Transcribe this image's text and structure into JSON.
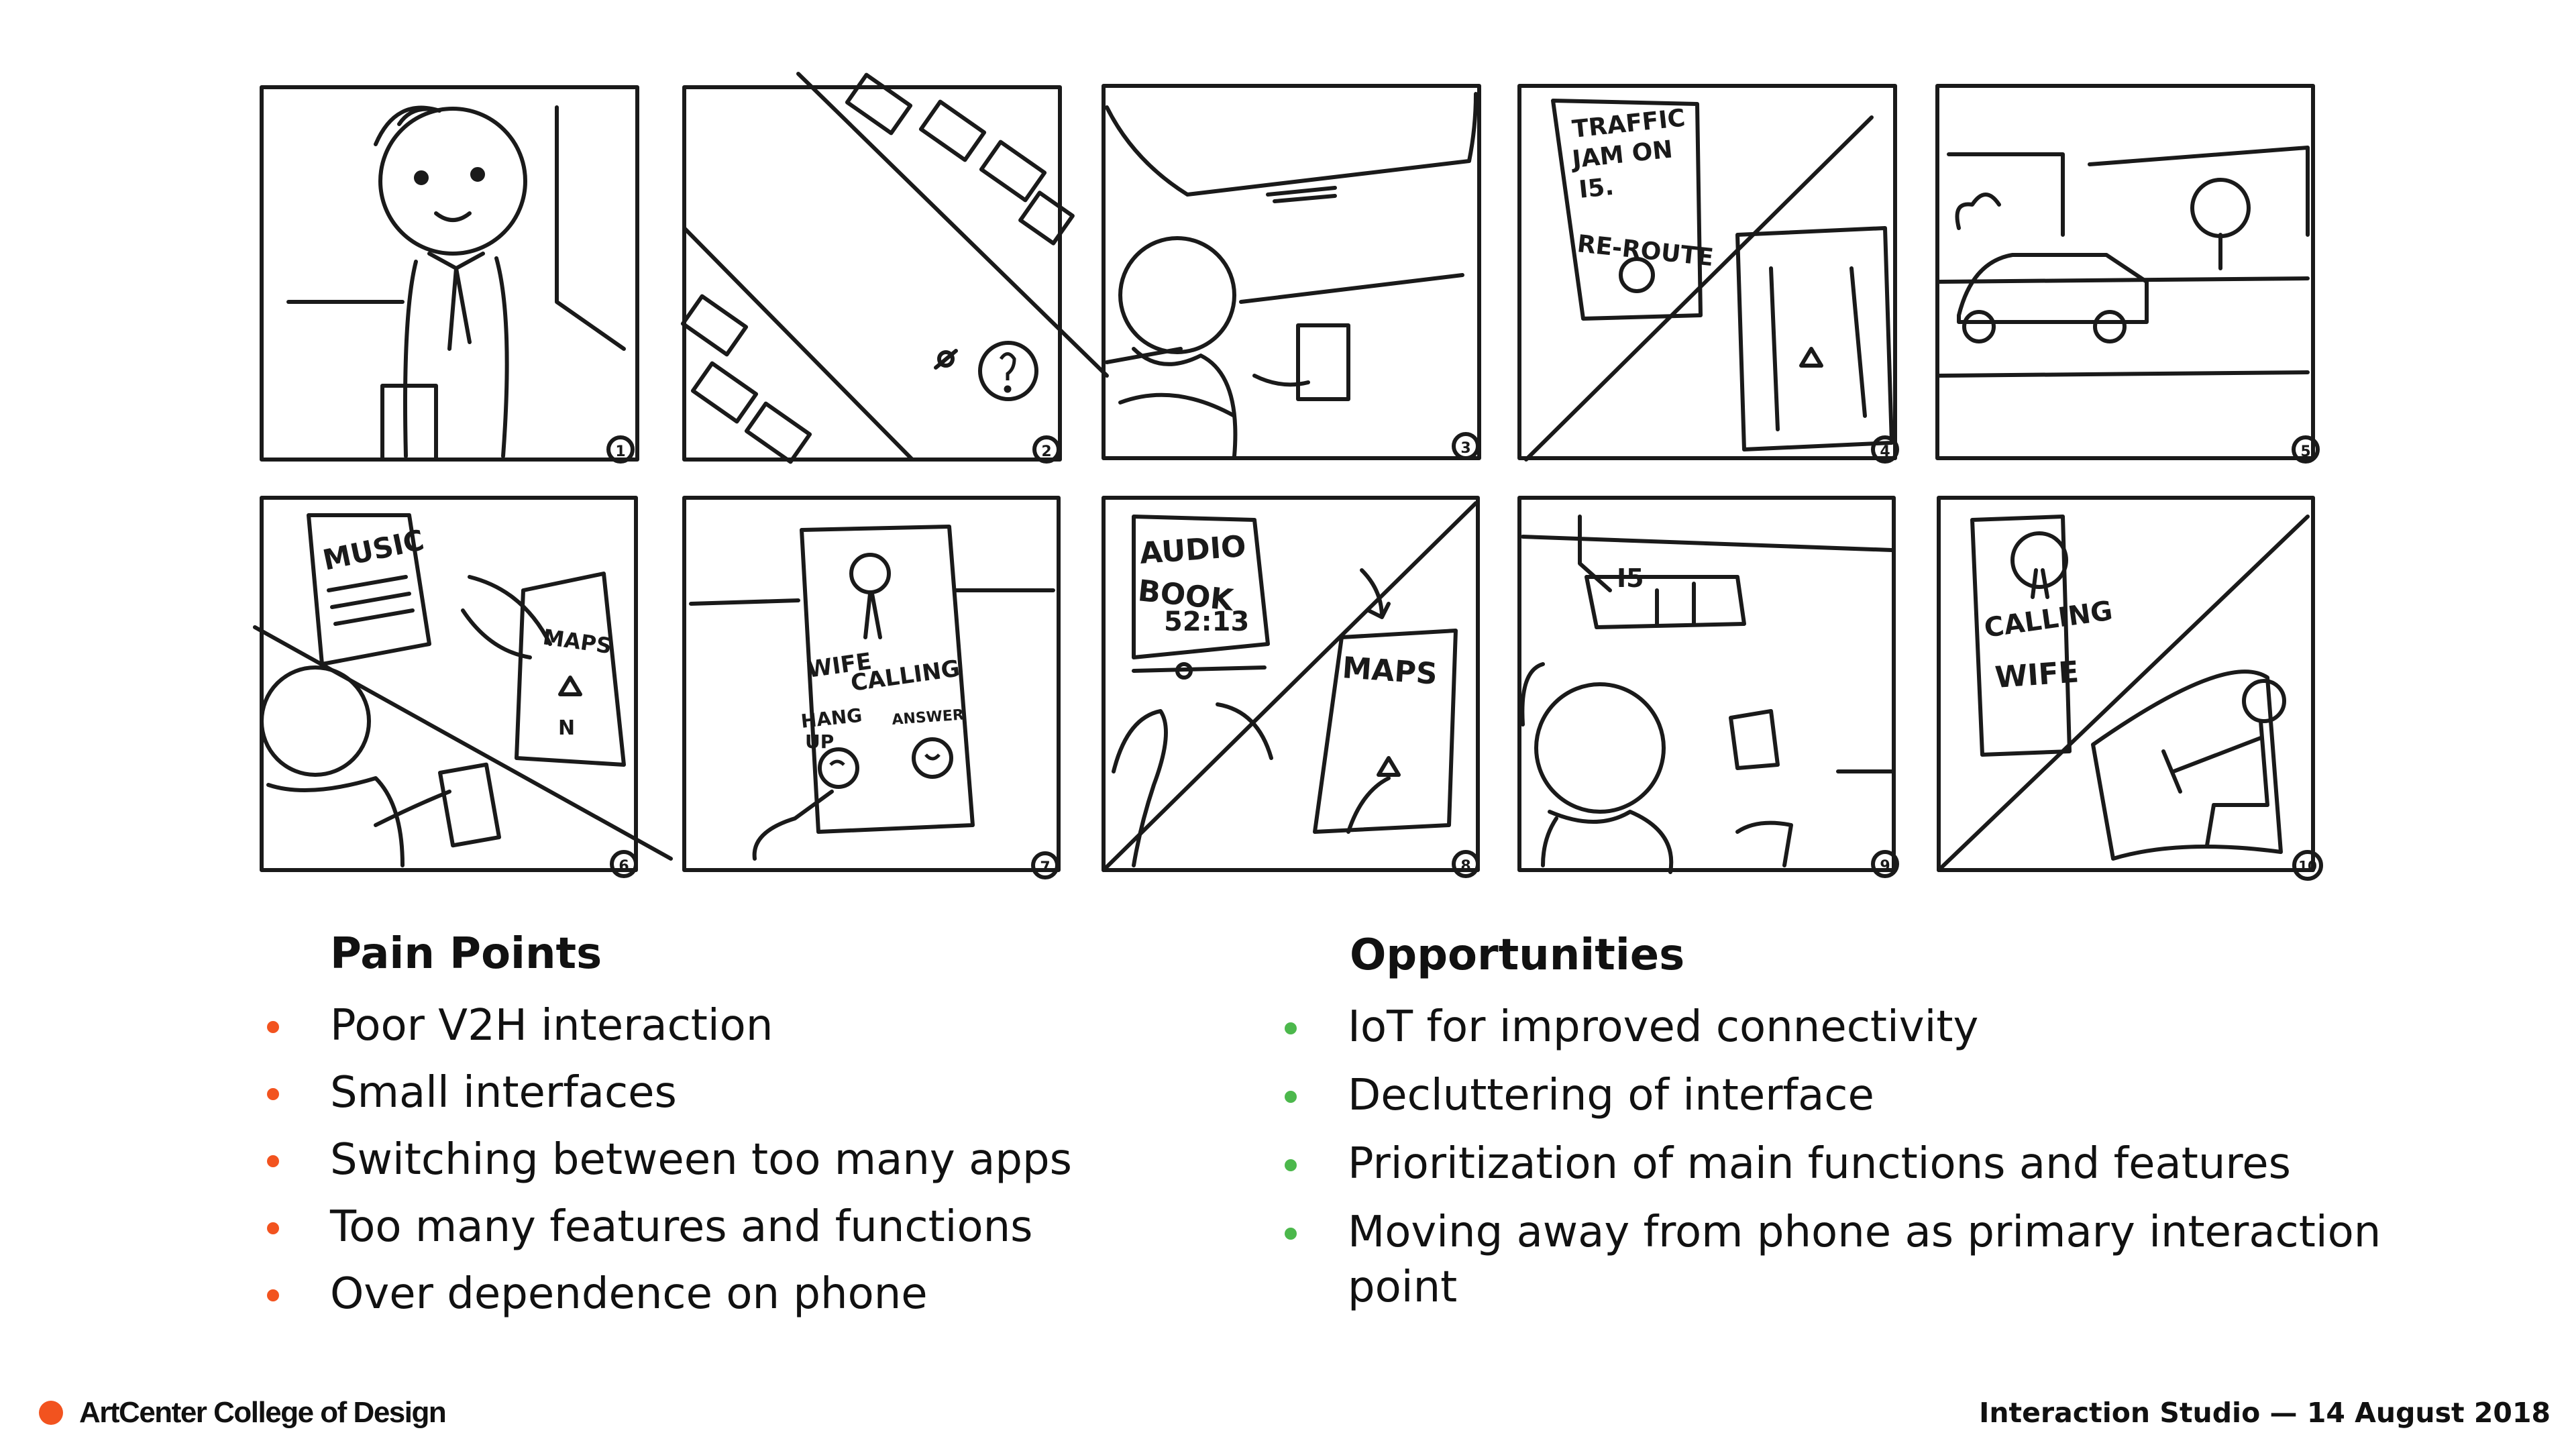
{
  "colors": {
    "pain_bullet": "#f2531f",
    "opportunity_bullet": "#4cb84c",
    "brand_dot": "#f2531f",
    "sketch_line": "#1a1a1a"
  },
  "storyboard": {
    "panels": [
      {
        "number": "1",
        "scene": "person-with-briefcase",
        "sketch_text": []
      },
      {
        "number": "2",
        "scene": "parking-lot-phone",
        "sketch_text": []
      },
      {
        "number": "3",
        "scene": "driver-looking-at-phone",
        "sketch_text": []
      },
      {
        "number": "4",
        "scene": "traffic-alert-map",
        "sketch_text": [
          "TRAFFIC",
          "JAM ON",
          "I5.",
          "RE-ROUTE"
        ]
      },
      {
        "number": "5",
        "scene": "car-on-road",
        "sketch_text": []
      },
      {
        "number": "6",
        "scene": "music-to-maps",
        "sketch_text": [
          "MUSIC",
          "MAPS",
          "N"
        ]
      },
      {
        "number": "7",
        "scene": "incoming-call-screen",
        "sketch_text": [
          "WIFE",
          "CALLING",
          "HANG",
          "UP",
          "ANSWER"
        ]
      },
      {
        "number": "8",
        "scene": "audiobook-to-maps",
        "sketch_text": [
          "AUDIO",
          "BOOK",
          "52:13",
          "MAPS"
        ]
      },
      {
        "number": "9",
        "scene": "driver-highway-signs",
        "sketch_text": [
          "I5"
        ]
      },
      {
        "number": "10",
        "scene": "calling-wife-driver",
        "sketch_text": [
          "CALLING",
          "WIFE"
        ]
      }
    ]
  },
  "pain_points": {
    "title": "Pain Points",
    "items": [
      "Poor V2H interaction",
      "Small interfaces",
      "Switching between too many apps",
      "Too many features and functions",
      "Over dependence on phone"
    ]
  },
  "opportunities": {
    "title": "Opportunities",
    "items": [
      "IoT for improved connectivity",
      "Decluttering of interface",
      "Prioritization of main functions and features",
      "Moving away from phone as primary interaction point"
    ]
  },
  "footer": {
    "brand": "ArtCenter College of Design",
    "course": "Interaction Studio — 14 August 2018"
  }
}
